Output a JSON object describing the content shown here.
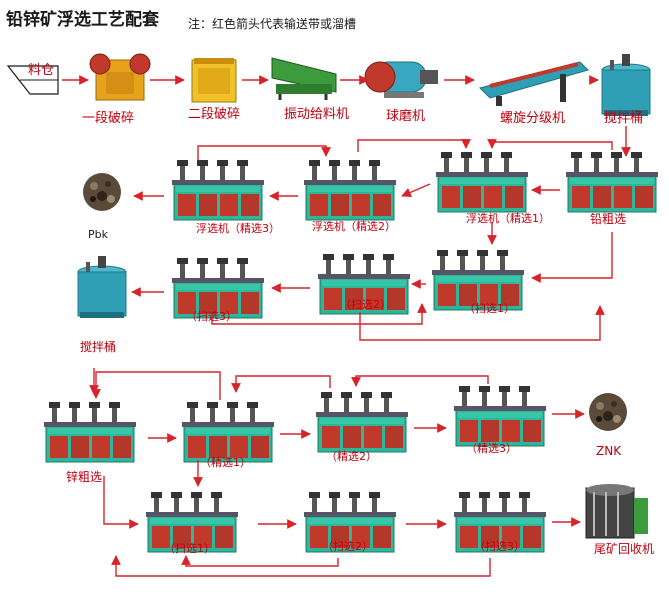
{
  "header": {
    "title": "铅锌矿浮选工艺配套",
    "note": "注：红色箭头代表输送带或溜槽"
  },
  "stage1": {
    "bin": "料仓",
    "primary_crusher": "一段破碎",
    "secondary_crusher": "二段破碎",
    "feeder": "振动给料机",
    "ball_mill": "球磨机",
    "classifier": "螺旋分级机",
    "agitator": "搅拌桶"
  },
  "lead": {
    "rough": "铅粗选",
    "clean1": "浮选机（精选1）",
    "clean2": "浮选机（精选2）",
    "clean3": "浮选机（精选3）",
    "product": "Pbk",
    "scav1": "（扫选1）",
    "scav2": "（扫选2）",
    "scav3": "（扫选3）",
    "agitator2": "搅拌桶"
  },
  "zinc": {
    "rough": "锌粗选",
    "clean1": "（精选1）",
    "clean2": "（精选2）",
    "clean3": "（精选3）",
    "product": "ZNK",
    "scav1": "（扫选1）",
    "scav2": "（扫选2）",
    "scav3": "（扫选3）",
    "tailings": "尾矿回收机"
  },
  "colors": {
    "arrow": "#d8232a",
    "cell_body": "#2fb59a",
    "cell_top": "#c0392b",
    "equipment_orange": "#e6a21a",
    "equipment_green": "#3c9b3c",
    "tank_blue": "#2f9fb5",
    "label_red": "#c0000e"
  }
}
